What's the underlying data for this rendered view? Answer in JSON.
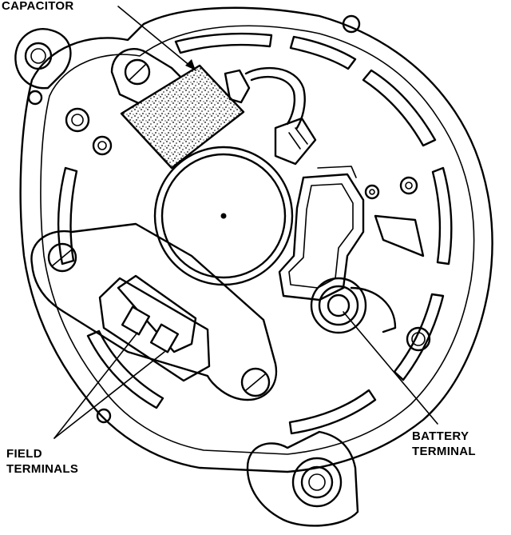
{
  "labels": {
    "capacitor": "CAPACITOR",
    "field_line1": "FIELD",
    "field_line2": "TERMINALS",
    "battery_line1": "BATTERY",
    "battery_line2": "TERMINAL"
  }
}
